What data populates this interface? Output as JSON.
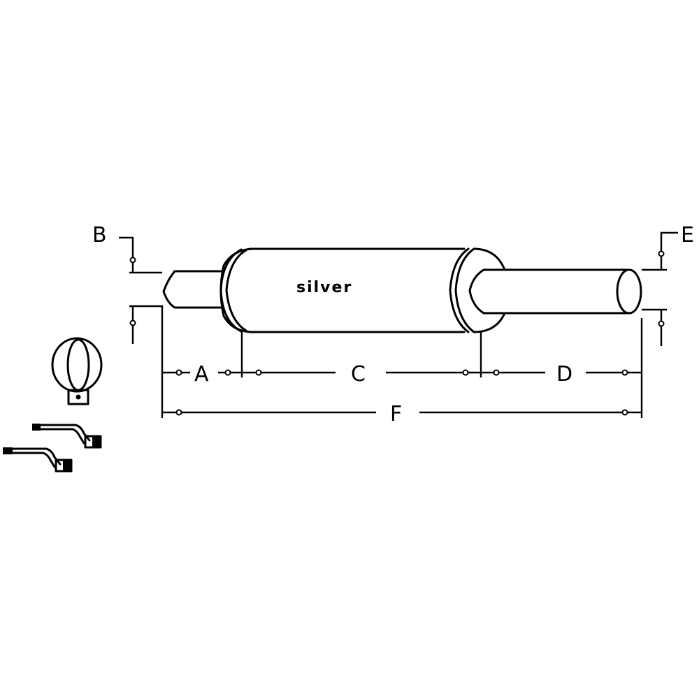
{
  "diagram": {
    "title": "Muffler dimension diagram",
    "body_label": "silver",
    "colors": {
      "line": "#000000",
      "background": "#ffffff"
    },
    "dimensions": {
      "A": "A",
      "B": "B",
      "C": "C",
      "D": "D",
      "E": "E",
      "F": "F"
    },
    "dimension_meanings": [
      {
        "key": "A",
        "describes": "inlet pipe length"
      },
      {
        "key": "B",
        "describes": "inlet pipe diameter"
      },
      {
        "key": "C",
        "describes": "muffler body length"
      },
      {
        "key": "D",
        "describes": "outlet pipe length"
      },
      {
        "key": "E",
        "describes": "outlet pipe diameter"
      },
      {
        "key": "F",
        "describes": "overall length"
      }
    ],
    "accessories": [
      {
        "name": "clamp"
      },
      {
        "name": "bracket"
      },
      {
        "name": "bracket"
      }
    ]
  }
}
